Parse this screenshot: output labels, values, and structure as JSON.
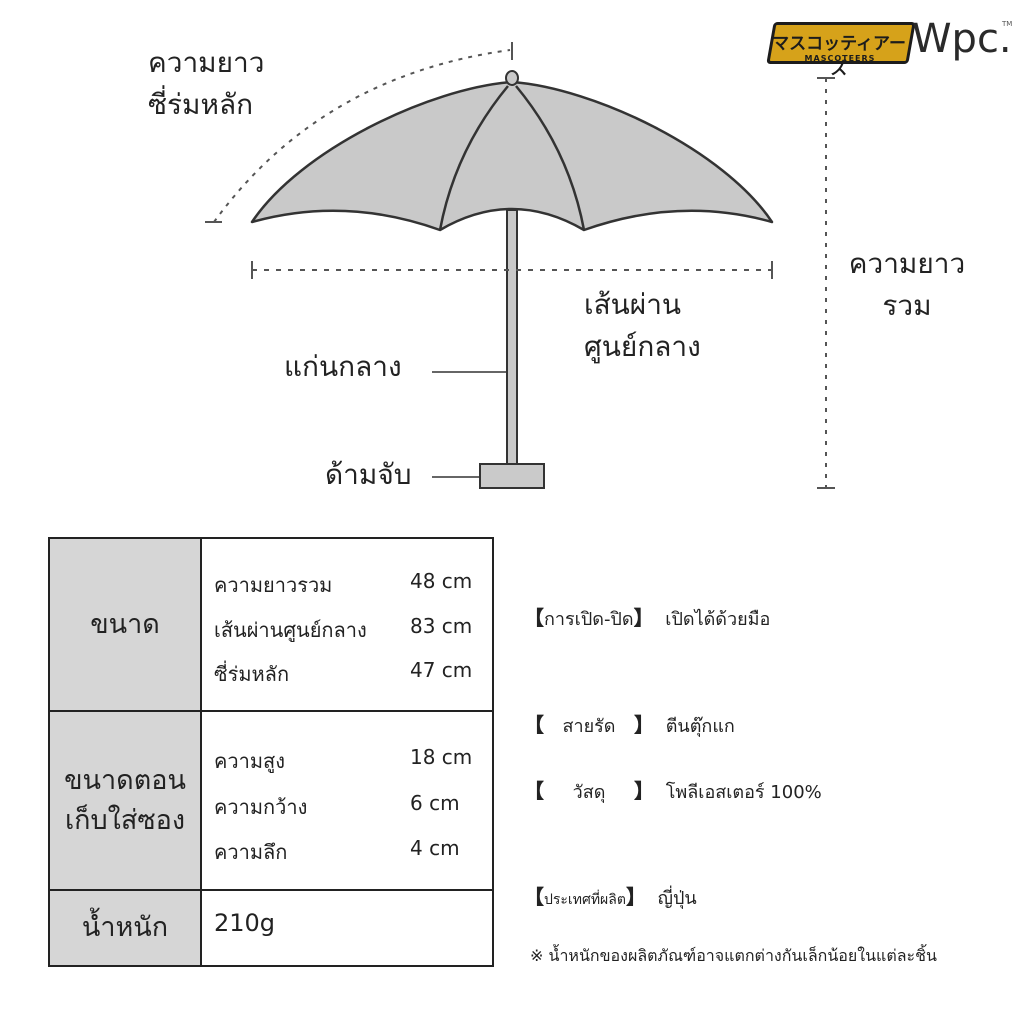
{
  "brand": {
    "mascot_logo": "マスコッティアーズ",
    "mascot_sub": "MASCOTEERS",
    "wpc": "Wpc.",
    "tm": "TM"
  },
  "diagram": {
    "rib_length_line1": "ความยาว",
    "rib_length_line2": "ซี่ร่มหลัก",
    "total_length_line1": "ความยาว",
    "total_length_line2": "รวม",
    "diameter_line1": "เส้นผ่าน",
    "diameter_line2": "ศูนย์กลาง",
    "shaft": "แก่นกลาง",
    "handle": "ด้ามจับ"
  },
  "colors": {
    "canopy": "#c9c9c9",
    "shaft": "#c9c9c9",
    "handle": "#cacaca",
    "header_cell": "#d6d6d6",
    "logo_gold": "#d6a21a"
  },
  "size": {
    "header": "ขนาด",
    "items": [
      {
        "label": "ความยาวรวม",
        "value": "48 cm"
      },
      {
        "label": "เส้นผ่านศูนย์กลาง",
        "value": "83 cm"
      },
      {
        "label": "ซี่ร่มหลัก",
        "value": "47 cm"
      }
    ]
  },
  "folded": {
    "header_line1": "ขนาดตอน",
    "header_line2": "เก็บใส่ซอง",
    "items": [
      {
        "label": "ความสูง",
        "value": "18 cm"
      },
      {
        "label": "ความกว้าง",
        "value": "6  cm"
      },
      {
        "label": "ความลึก",
        "value": "4  cm"
      }
    ]
  },
  "weight": {
    "header": "น้ำหนัก",
    "value": "210g"
  },
  "info": {
    "open_close": {
      "key": "การเปิด-ปิด",
      "value": "เปิดได้ด้วยมือ"
    },
    "strap": {
      "key": "สายรัด",
      "value": "ตีนตุ๊กแก"
    },
    "material": {
      "key": "วัสดุ",
      "value": "โพลีเอสเตอร์ 100%"
    },
    "origin": {
      "key": "ประเทศที่ผลิต",
      "value": "ญี่ปุ่น"
    },
    "note_mark": "※",
    "note": "น้ำหนักของผลิตภัณฑ์อาจแตกต่างกันเล็กน้อยในแต่ละชิ้น"
  }
}
